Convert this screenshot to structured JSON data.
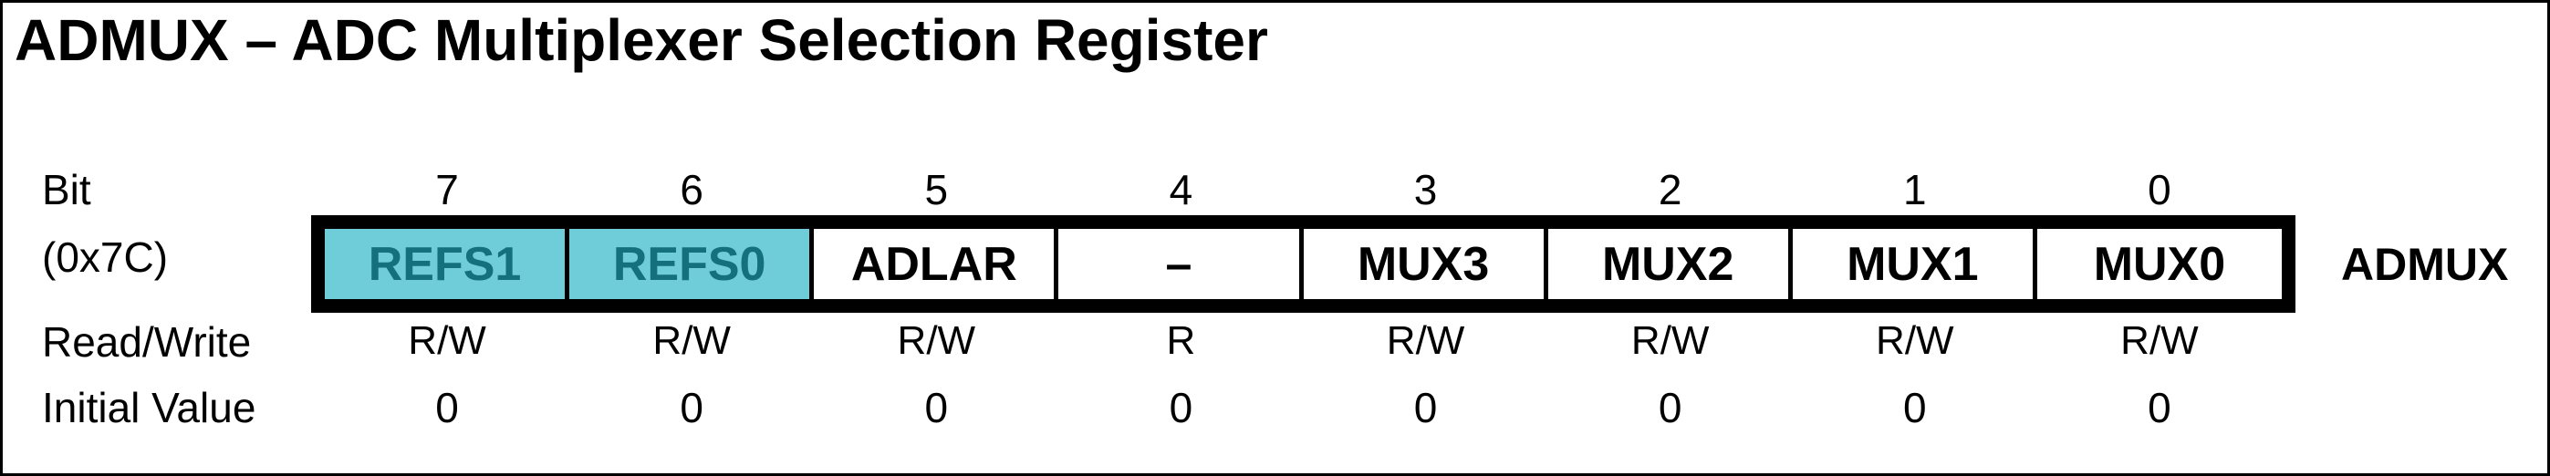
{
  "page": {
    "title": "ADMUX – ADC Multiplexer Selection Register"
  },
  "register": {
    "name": "ADMUX",
    "address": "(0x7C)",
    "row_labels": {
      "bit": "Bit",
      "read_write": "Read/Write",
      "initial_value": "Initial Value"
    },
    "bits": [
      {
        "bit": "7",
        "name": "REFS1",
        "highlighted": true,
        "rw": "R/W",
        "initial": "0"
      },
      {
        "bit": "6",
        "name": "REFS0",
        "highlighted": true,
        "rw": "R/W",
        "initial": "0"
      },
      {
        "bit": "5",
        "name": "ADLAR",
        "highlighted": false,
        "rw": "R/W",
        "initial": "0"
      },
      {
        "bit": "4",
        "name": "–",
        "highlighted": false,
        "rw": "R",
        "initial": "0"
      },
      {
        "bit": "3",
        "name": "MUX3",
        "highlighted": false,
        "rw": "R/W",
        "initial": "0"
      },
      {
        "bit": "2",
        "name": "MUX2",
        "highlighted": false,
        "rw": "R/W",
        "initial": "0"
      },
      {
        "bit": "1",
        "name": "MUX1",
        "highlighted": false,
        "rw": "R/W",
        "initial": "0"
      },
      {
        "bit": "0",
        "name": "MUX0",
        "highlighted": false,
        "rw": "R/W",
        "initial": "0"
      }
    ]
  },
  "colors": {
    "highlight_bg": "#6ECDD8",
    "highlight_text": "#15707E",
    "border": "#000000",
    "background": "#FFFFFF"
  }
}
